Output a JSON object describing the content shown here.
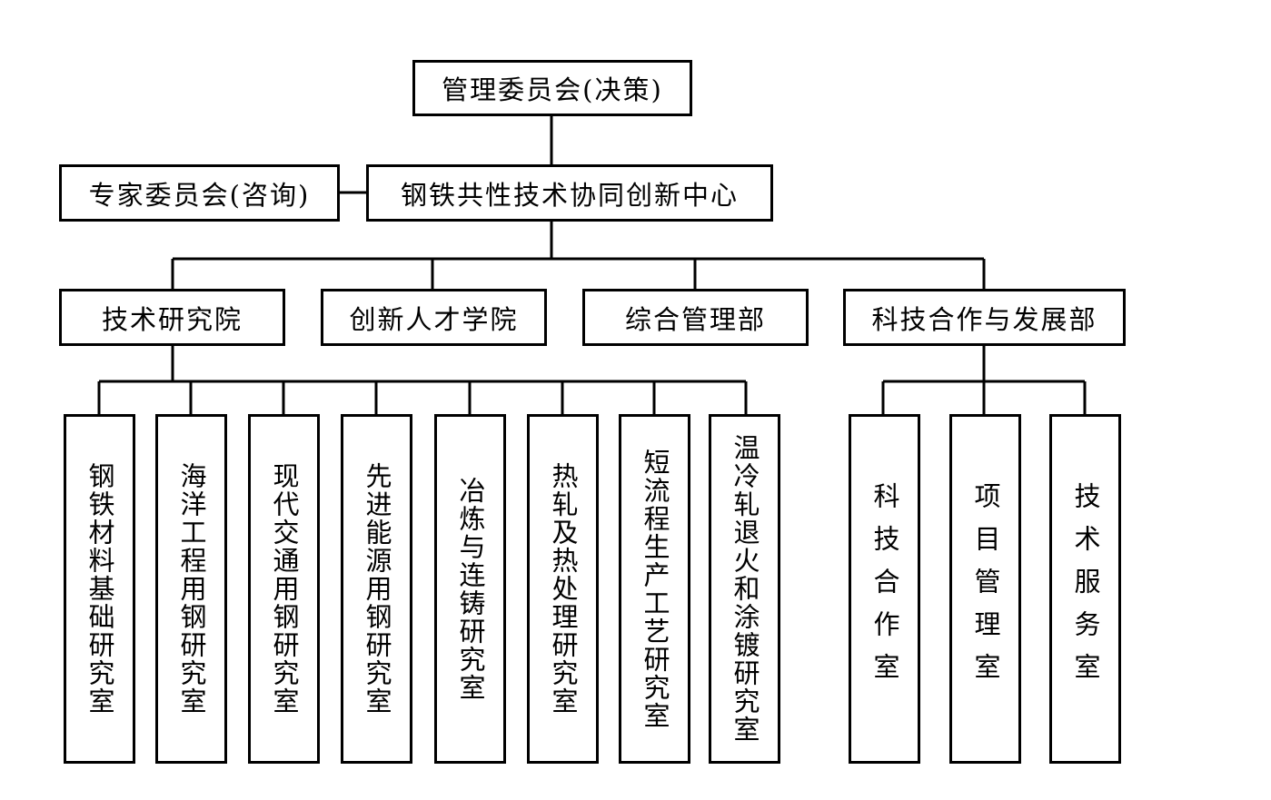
{
  "nodes": {
    "management_committee": "管理委员会(决策)",
    "expert_committee": "专家委员会(咨询)",
    "center": "钢铁共性技术协同创新中心",
    "tech_institute": "技术研究院",
    "talent_college": "创新人才学院",
    "general_dept": "综合管理部",
    "cooperation_dept": "科技合作与发展部"
  },
  "labs": [
    "钢铁材料基础研究室",
    "海洋工程用钢研究室",
    "现代交通用钢研究室",
    "先进能源用钢研究室",
    "冶炼与连铸研究室",
    "热轧及热处理研究室",
    "短流程生产工艺研究室",
    "温冷轧退火和涂镀研究室"
  ],
  "offices": [
    "科技合作室",
    "项目管理室",
    "技术服务室"
  ]
}
